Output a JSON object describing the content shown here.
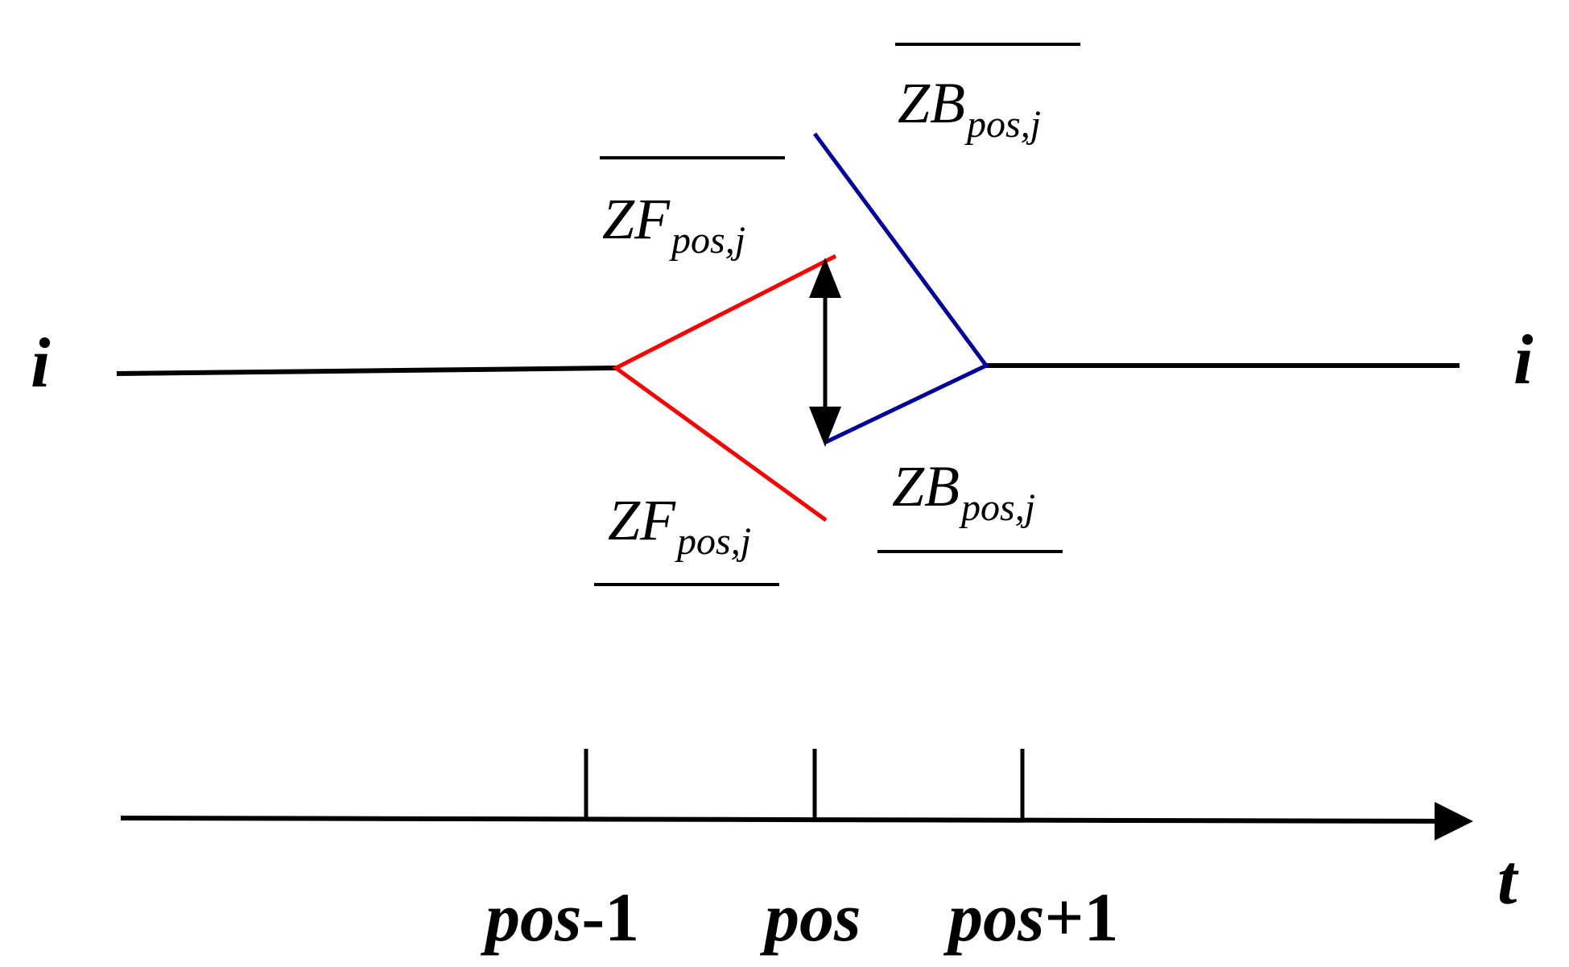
{
  "labels": {
    "row_left": "i",
    "row_right": "i",
    "time_axis": "t"
  },
  "annotations": {
    "zb_upper": {
      "main": "ZB",
      "sub": "pos,j"
    },
    "zf_upper": {
      "main": "ZF",
      "sub": "pos,j"
    },
    "zf_lower": {
      "main": "ZF",
      "sub": "pos,j"
    },
    "zb_lower": {
      "main": "ZB",
      "sub": "pos,j"
    }
  },
  "ticks": [
    {
      "var": "pos",
      "suffix": "-1"
    },
    {
      "var": "pos",
      "suffix": ""
    },
    {
      "var": "pos",
      "suffix": "+1"
    }
  ],
  "colors": {
    "line": "#000000",
    "forward": "#ff0000",
    "backward": "#0000a0"
  }
}
